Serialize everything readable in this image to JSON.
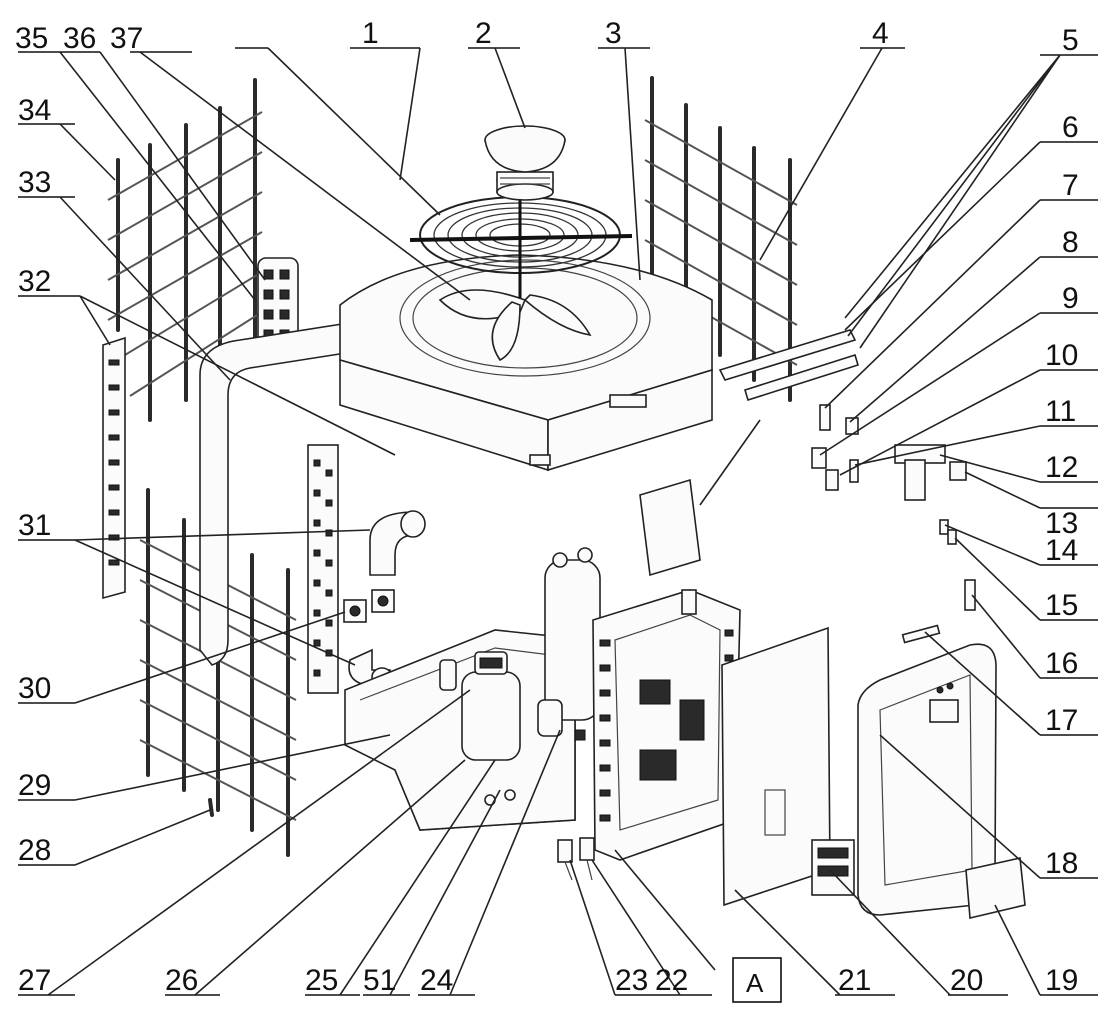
{
  "labels": [
    "35",
    "36",
    "37",
    "1",
    "2",
    "3",
    "4",
    "5",
    "34",
    "6",
    "33",
    "7",
    "8",
    "32",
    "9",
    "10",
    "11",
    "12",
    "13",
    "31",
    "14",
    "15",
    "16",
    "30",
    "17",
    "29",
    "28",
    "18",
    "27",
    "26",
    "25",
    "51",
    "24",
    "23",
    "22",
    "A",
    "21",
    "20",
    "19"
  ]
}
